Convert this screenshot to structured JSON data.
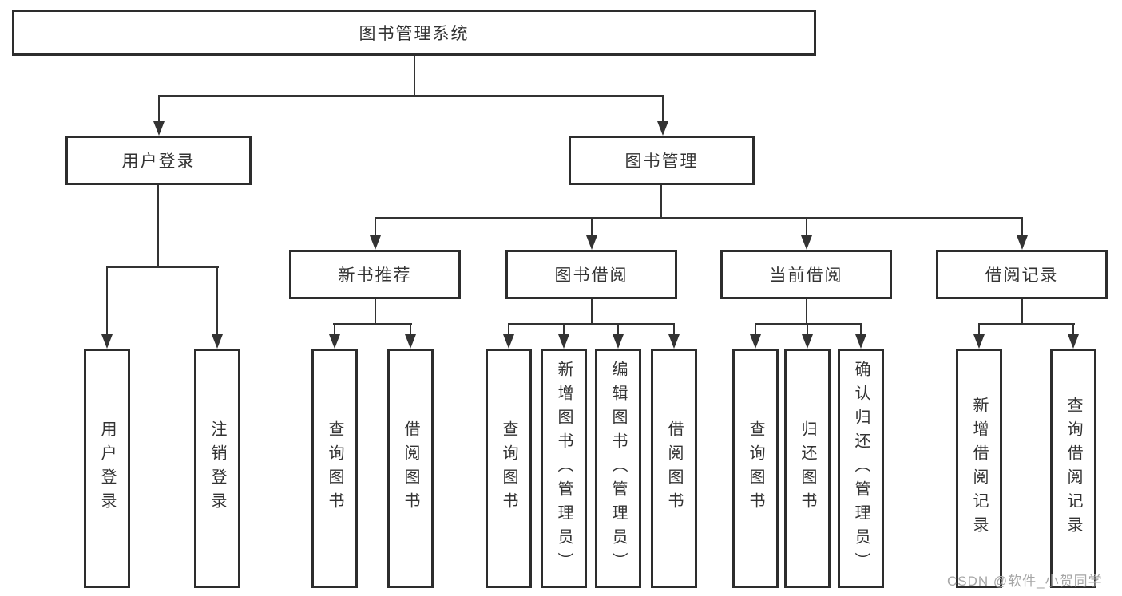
{
  "tree": {
    "root": {
      "label": "图书管理系统"
    },
    "branches": [
      {
        "label": "用户登录",
        "children": [
          {
            "label": "用户登录"
          },
          {
            "label": "注销登录"
          }
        ]
      },
      {
        "label": "图书管理",
        "children": [
          {
            "label": "新书推荐",
            "children": [
              {
                "label": "查询图书"
              },
              {
                "label": "借阅图书"
              }
            ]
          },
          {
            "label": "图书借阅",
            "children": [
              {
                "label": "查询图书"
              },
              {
                "label": "新增图书（管理员）"
              },
              {
                "label": "编辑图书（管理员）"
              },
              {
                "label": "借阅图书"
              }
            ]
          },
          {
            "label": "当前借阅",
            "children": [
              {
                "label": "查询图书"
              },
              {
                "label": "归还图书"
              },
              {
                "label": "确认归还（管理员）"
              }
            ]
          },
          {
            "label": "借阅记录",
            "children": [
              {
                "label": "新增借阅记录"
              },
              {
                "label": "查询借阅记录"
              }
            ]
          }
        ]
      }
    ]
  },
  "watermark": {
    "text": "CSDN @软件_小贺同学"
  },
  "colors": {
    "line": "#333333",
    "box_border": "#2d2d2d",
    "text": "#333333",
    "watermark_text": "#a6a6a6",
    "background": "#ffffff"
  }
}
